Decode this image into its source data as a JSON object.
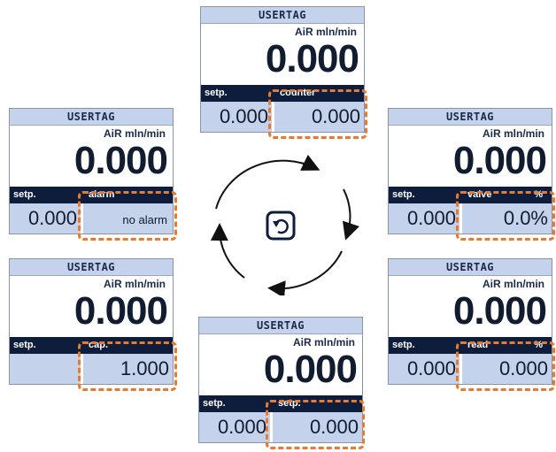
{
  "widgets": {
    "top": {
      "tag": "USERTAG",
      "unit": "AiR mln/min",
      "value": "0.000",
      "left_label": "setp.",
      "right_label": "counter",
      "right_unit": "",
      "left_value": "0.000",
      "right_value": "0.000"
    },
    "left_upper": {
      "tag": "USERTAG",
      "unit": "AiR mln/min",
      "value": "0.000",
      "left_label": "setp.",
      "right_label": "alarm",
      "right_unit": "",
      "left_value": "0.000",
      "right_value": "no alarm"
    },
    "right_upper": {
      "tag": "USERTAG",
      "unit": "AiR mln/min",
      "value": "0.000",
      "left_label": "setp.",
      "right_label": "valve",
      "right_unit": "%",
      "left_value": "0.000",
      "right_value": "0.0%"
    },
    "left_lower": {
      "tag": "USERTAG",
      "unit": "AiR mln/min",
      "value": "0.000",
      "left_label": "setp.",
      "right_label": "cap.",
      "right_unit": "",
      "left_value": "",
      "right_value": "1.000"
    },
    "right_lower": {
      "tag": "USERTAG",
      "unit": "AiR mln/min",
      "value": "0.000",
      "left_label": "setp.",
      "right_label": "read",
      "right_unit": "%",
      "left_value": "0.000",
      "right_value": "0.000"
    },
    "bottom": {
      "tag": "USERTAG",
      "unit": "AiR mln/min",
      "value": "0.000",
      "left_label": "setp.",
      "right_label": "setp.",
      "right_unit": "",
      "left_value": "0.000",
      "right_value": "0.000"
    }
  },
  "center": {
    "icon": "rotate-icon",
    "arrows": "cycle-arrows-icon"
  },
  "colors": {
    "header_bg": "#c5d2ec",
    "subheader_bg": "#0f1d3c",
    "highlight": "#e77a2e",
    "text": "#121c30"
  }
}
